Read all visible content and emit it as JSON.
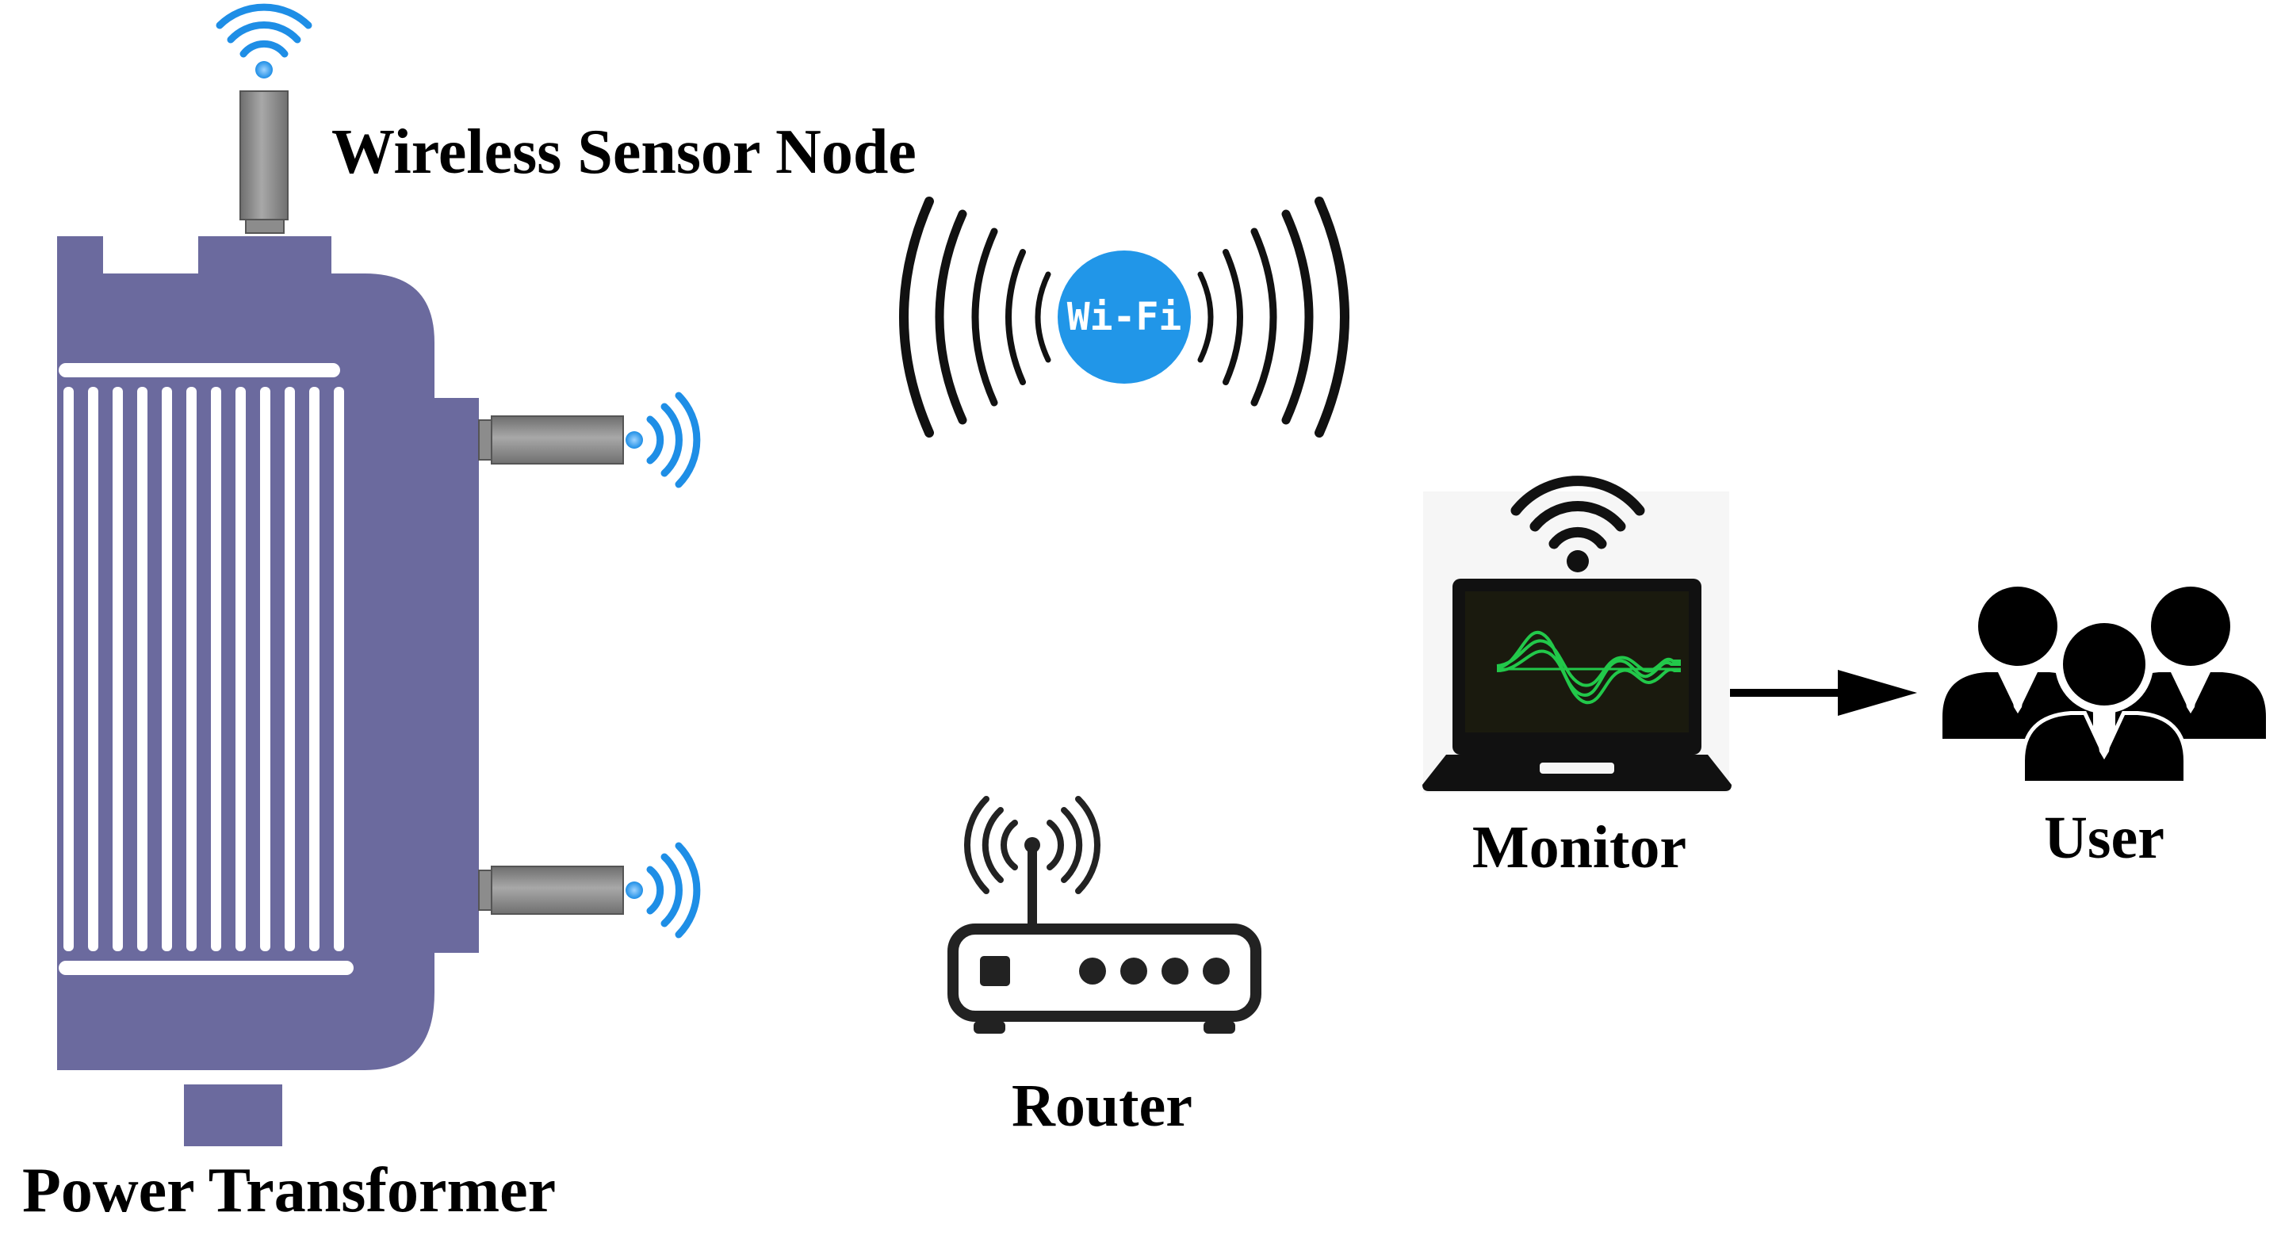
{
  "labels": {
    "sensor_node": "Wireless Sensor Node",
    "transformer": "Power Transformer",
    "router": "Router",
    "monitor": "Monitor",
    "user": "User",
    "wifi": "Wi-Fi"
  },
  "colors": {
    "transformer_body": "#6B6A9E",
    "sensor_body": "#8C8C8C",
    "signal_blue": "#1E8EE6",
    "wifi_badge": "#2196E8",
    "screen": "#1A1A0E",
    "waveform": "#22C84A",
    "ink": "#000000"
  },
  "icons": {
    "sensor_signal": "wireless-signal-icon",
    "wifi": "wifi-badge-icon",
    "router": "router-icon",
    "laptop": "laptop-icon",
    "users": "user-group-icon",
    "arrow": "right-arrow-icon"
  }
}
